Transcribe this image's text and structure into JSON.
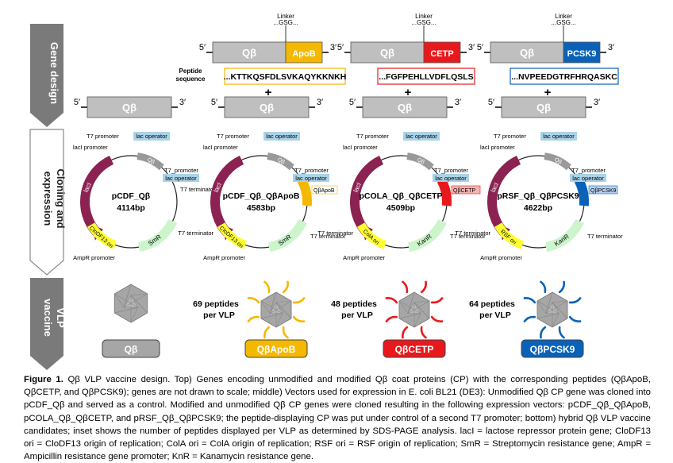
{
  "colors": {
    "qb": "#bfbfbf",
    "apob": "#f5b800",
    "cetp": "#e8191c",
    "pcsk9": "#0a62b8",
    "lacI": "#8b2252",
    "smr": "#ccf5cc",
    "ori": "#ffff33"
  },
  "side_labels": {
    "gene_design": "Gene design",
    "cloning": "Cloning and expression",
    "vlp": "VLP vaccine"
  },
  "gene": {
    "five": "5′",
    "three": "3′",
    "qb": "Qβ",
    "linker": "Linker",
    "gsg": "...GSG...",
    "peptide_label_1": "Peptide",
    "peptide_label_2": "sequence",
    "plus": "+",
    "apob": {
      "name": "ApoB",
      "seq": "...KTTKQSFDLSVKAQYKKNKH"
    },
    "cetp": {
      "name": "CETP",
      "seq": "...FGFPEHLLVDFLQSLS"
    },
    "pcsk9": {
      "name": "PCSK9",
      "seq": "...NVPEEDGTRFHRQASKC"
    }
  },
  "plasmids": {
    "qb": {
      "name": "pCDF_Qβ",
      "bp": "4114bp",
      "ori": "CloDF13 ori",
      "res": "SmR"
    },
    "apob": {
      "name": "pCDF_Qβ_QβApoB",
      "bp": "4583bp",
      "ori": "CloDF13 ori",
      "res": "SmR",
      "insert": "QβApoB"
    },
    "cetp": {
      "name": "pCOLA_Qβ_QβCETP",
      "bp": "4509bp",
      "ori": "ColA ori",
      "res": "KanR",
      "insert": "QβCETP"
    },
    "pcsk9": {
      "name": "pRSF_Qβ_QβPCSK9",
      "bp": "4622bp",
      "ori": "RSF ori",
      "res": "KanR",
      "insert": "QβPCSK9"
    },
    "t7_promoter": "T7 promoter",
    "t7_promoter_u": "T7_promoter",
    "laci_promoter": "lacI promoter",
    "lac_operator": "lac operator",
    "t7_terminator": "T7 terminator",
    "ampr_promoter": "AmpR promoter",
    "laci": "lacI",
    "qb_feat": "Qβ"
  },
  "vlp": {
    "apob_count_1": "69 peptides",
    "apob_count_2": "per VLP",
    "cetp_count_1": "48 peptides",
    "cetp_count_2": "per VLP",
    "pcsk9_count_1": "64 peptides",
    "pcsk9_count_2": "per VLP",
    "labels": [
      "Qβ",
      "QβApoB",
      "QβCETP",
      "QβPCSK9"
    ]
  },
  "caption": {
    "figure": "Figure 1.",
    "text": "Qβ VLP vaccine design. Top) Genes encoding unmodified and modified Qβ coat proteins (CP) with the corresponding peptides (QβApoB, QβCETP, and QβPCSK9); genes are not drawn to scale; middle) Vectors used for expression in E. coli BL21 (DE3): Unmodified Qβ CP gene was cloned into pCDF_Qβ and served as a control. Modified and unmodified Qβ CP genes were cloned resulting in the following expression vectors: pCDF_Qβ_QβApoB, pCOLA_Qβ_QβCETP, and pRSF_Qβ_QβPCSK9; the peptide-displaying CP was put under control of a second T7 promoter; bottom) hybrid Qβ VLP vaccine candidates; inset shows the number of peptides displayed per VLP as determined by SDS-PAGE analysis. lacI = lactose repressor protein gene; CloDF13 ori = CloDF13 origin of replication; ColA ori = ColA origin of replication; RSF ori = RSF origin of replication; SmR = Streptomycin resistance gene; AmpR = Ampicillin resistance gene promoter; KnR = Kanamycin resistance gene."
  }
}
